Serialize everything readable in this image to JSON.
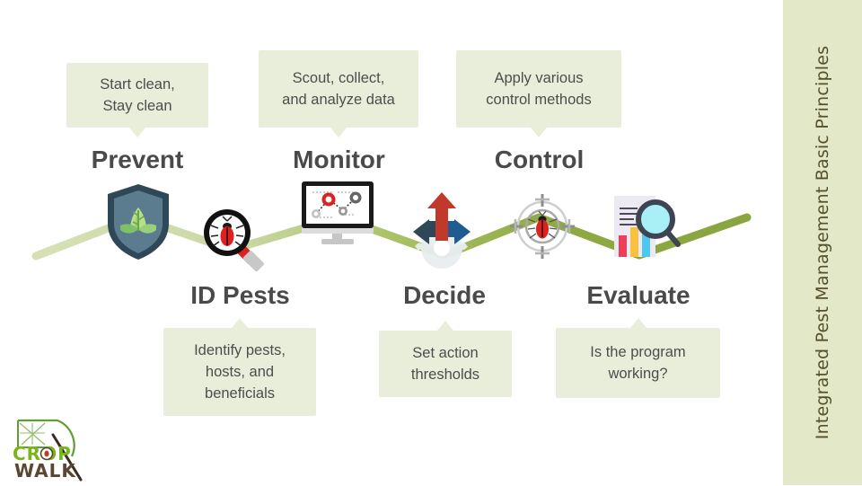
{
  "sidebar": {
    "title": "Integrated Pest Management Basic Principles",
    "bg_color": "#e3e8c8",
    "text_color": "#57512b"
  },
  "theme": {
    "bubble_fill": "#e9eeda",
    "bubble_text": "#4d4d4d",
    "label_text": "#4a4a4a",
    "path_light": "#cfdcab",
    "path_dark": "#87a03a",
    "canvas": "#ffffff"
  },
  "logo": {
    "word_top": "CROP",
    "word_bottom": "WALK",
    "top_color": "#7ab51d",
    "bottom_color": "#5b4632",
    "net_color": "#5f9e36",
    "handle_color": "#3b2d22",
    "bug_color": "#c0392b",
    "icon": "sweep-net-icon"
  },
  "steps": [
    {
      "key": "prevent",
      "label": "Prevent",
      "bubble": "Start clean,\nStay clean",
      "bubble_side": "top",
      "icon": "shield-leaf-icon"
    },
    {
      "key": "id-pests",
      "label": "ID Pests",
      "bubble": "Identify pests,\nhosts, and\nbeneficials",
      "bubble_side": "bottom",
      "icon": "magnifier-bug-icon"
    },
    {
      "key": "monitor",
      "label": "Monitor",
      "bubble": "Scout, collect,\nand analyze data",
      "bubble_side": "top",
      "icon": "monitor-chart-icon"
    },
    {
      "key": "decide",
      "label": "Decide",
      "bubble": "Set action\nthresholds",
      "bubble_side": "bottom",
      "icon": "arrows-gear-icon"
    },
    {
      "key": "control",
      "label": "Control",
      "bubble": "Apply various\ncontrol methods",
      "bubble_side": "top",
      "icon": "crosshair-bug-icon"
    },
    {
      "key": "evaluate",
      "label": "Evaluate",
      "bubble": "Is the program\nworking?",
      "bubble_side": "bottom",
      "icon": "report-magnifier-icon"
    }
  ]
}
